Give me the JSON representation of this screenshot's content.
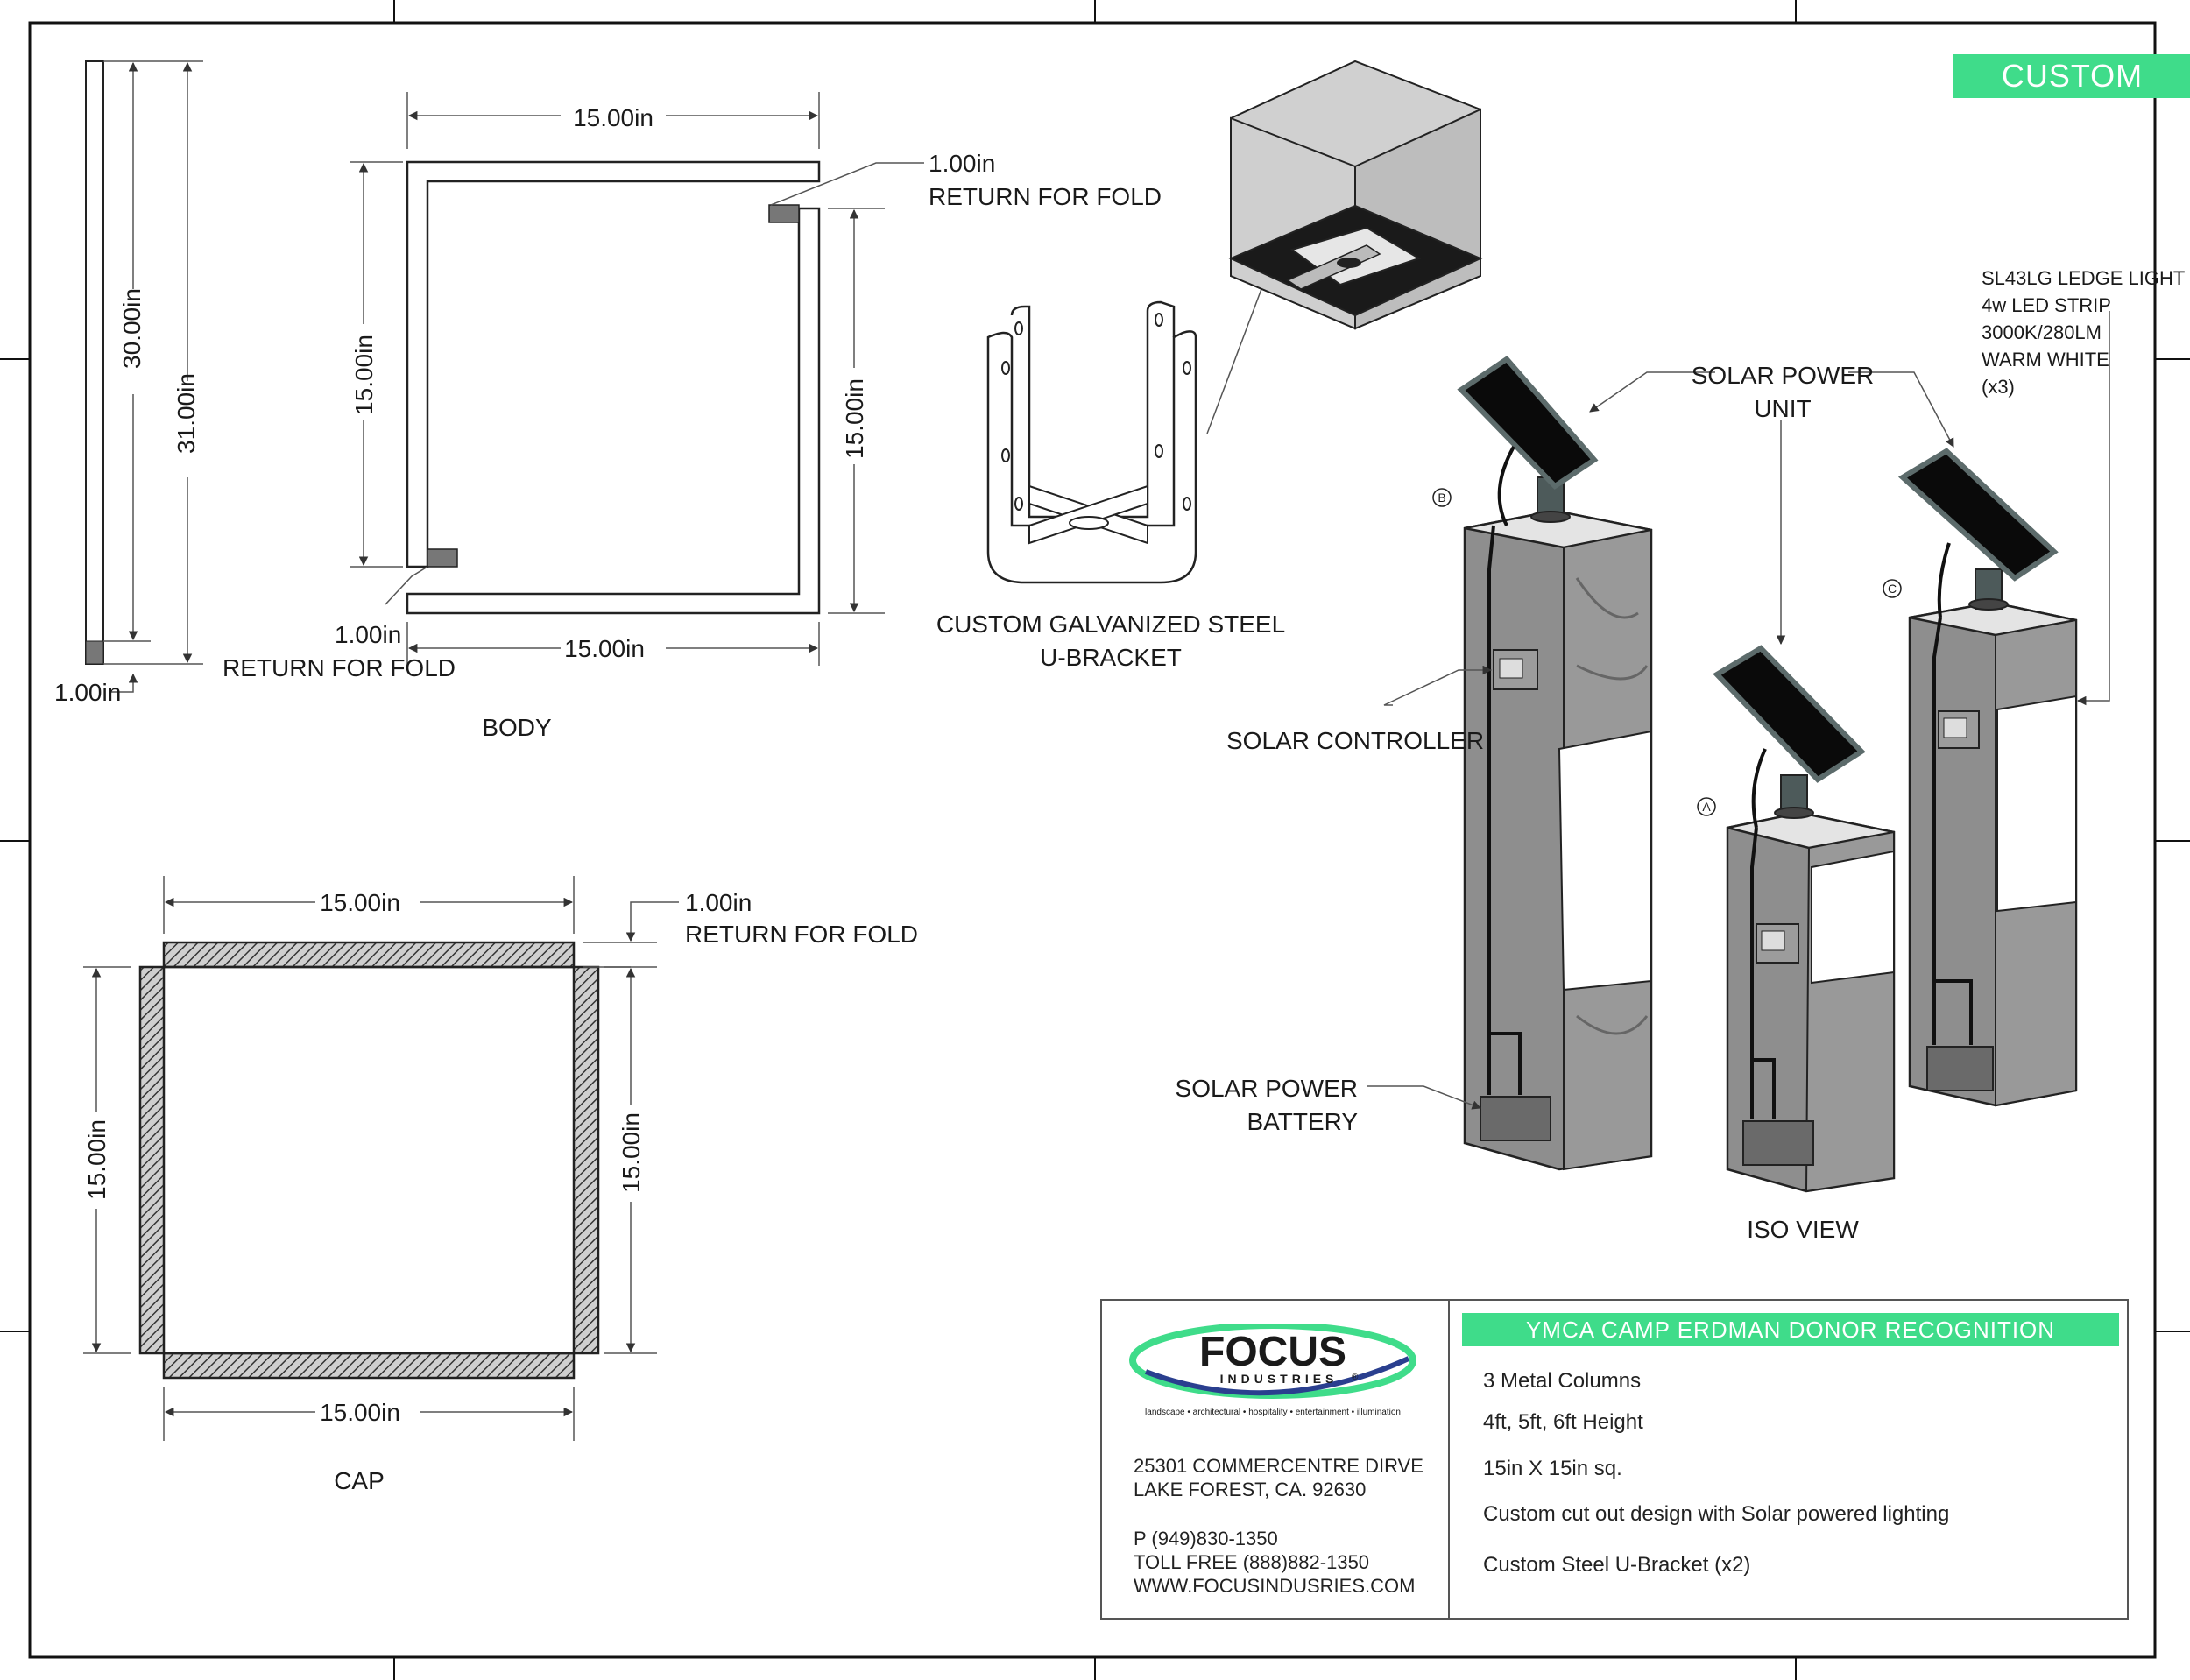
{
  "tag": "CUSTOM",
  "views": {
    "body_label": "BODY",
    "cap_label": "CAP",
    "iso_label": "ISO VIEW"
  },
  "dimensions": {
    "strip_30": "30.00in",
    "strip_31": "31.00in",
    "strip_1": "1.00in",
    "body_top": "15.00in",
    "body_bottom": "15.00in",
    "body_left": "15.00in",
    "body_right": "15.00in",
    "body_fold_top": "1.00in",
    "body_fold_bottom": "1.00in",
    "cap_top": "15.00in",
    "cap_bottom": "15.00in",
    "cap_left": "15.00in",
    "cap_right": "15.00in",
    "cap_fold": "1.00in"
  },
  "notes": {
    "return_for_fold": "RETURN FOR FOLD",
    "bracket_line1": "CUSTOM GALVANIZED STEEL",
    "bracket_line2": "U-BRACKET",
    "solar_unit_line1": "SOLAR POWER",
    "solar_unit_line2": "UNIT",
    "solar_controller": "SOLAR CONTROLLER",
    "battery_line1": "SOLAR POWER",
    "battery_line2": "BATTERY",
    "ledge_light": [
      "SL43LG LEDGE LIGHT",
      "4w LED STRIP",
      "3000K/280LM",
      "WARM WHITE",
      "(x3)"
    ],
    "marker_a": "A",
    "marker_b": "B",
    "marker_c": "C"
  },
  "title_block": {
    "logo_main": "FOCUS",
    "logo_sub": "INDUSTRIES",
    "logo_reg": "®",
    "tagline": "landscape • architectural • hospitality • entertainment • illumination",
    "address1": "25301 COMMERCENTRE DIRVE",
    "address2": "LAKE FOREST, CA. 92630",
    "phone": "P (949)830-1350",
    "tollfree": "TOLL FREE (888)882-1350",
    "website": "WWW.FOCUSINDUSRIES.COM",
    "project_title": "YMCA CAMP ERDMAN DONOR RECOGNITION",
    "specs": [
      "3 Metal Columns",
      "4ft, 5ft, 6ft Height",
      "15in X 15in sq.",
      "Custom cut out design with Solar powered lighting",
      "Custom Steel U-Bracket (x2)"
    ]
  },
  "colors": {
    "accent_green": "#3fdc8a",
    "column_gray": "#8e8e8e",
    "logo_blue": "#2a3f8f"
  }
}
